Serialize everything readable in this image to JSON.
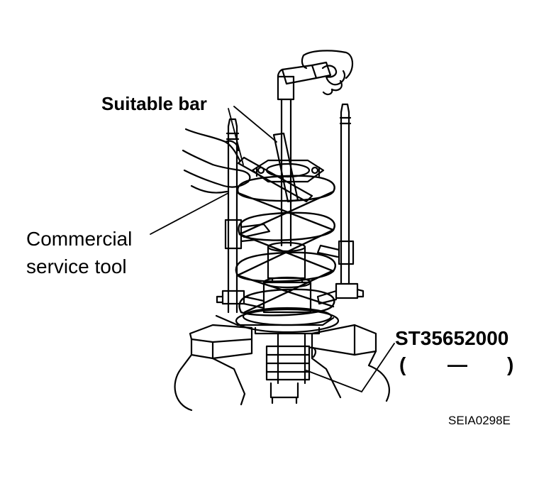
{
  "labels": {
    "suitable_bar": "Suitable bar",
    "commercial_line1": "Commercial",
    "commercial_line2": "service tool",
    "special_tool_number": "ST35652000",
    "paren_open": "(",
    "dash": "—",
    "paren_close": ")",
    "figure_code": "SEIA0298E"
  },
  "colors": {
    "line": "#000000",
    "background": "#ffffff"
  }
}
